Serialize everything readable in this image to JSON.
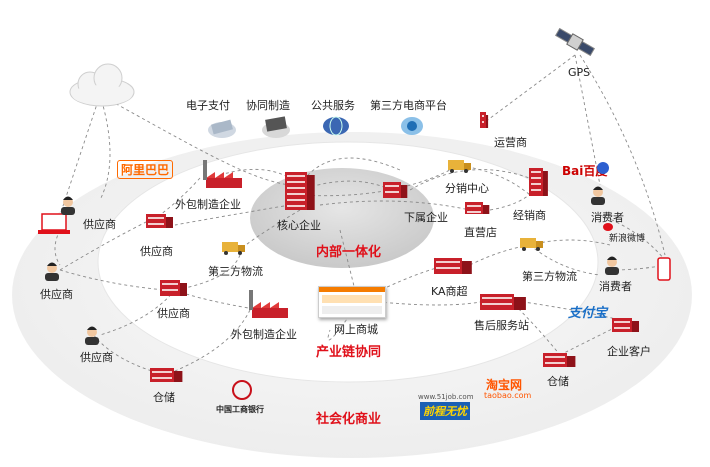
{
  "services": {
    "epay": "电子支付",
    "collab": "协同制造",
    "public": "公共服务",
    "third_party_platform": "第三方电商平台"
  },
  "gps": "GPS",
  "rings": {
    "inner": "内部一体化",
    "middle": "产业链协同",
    "outer": "社会化商业"
  },
  "nodes": {
    "core": "核心企业",
    "subsidiary": "下属企业",
    "distribution_center": "分销中心",
    "dealer": "经销商",
    "direct_store": "直营店",
    "ka": "KA商超",
    "online_mall": "网上商城",
    "after_sales": "售后服务站",
    "outsource_top": "外包制造企业",
    "outsource_bottom": "外包制造企业",
    "logistics_left": "第三方物流",
    "logistics_right": "第三方物流",
    "supplier_inner": "供应商",
    "supplier_mid": "供应商",
    "supplier_top": "供应商",
    "supplier_left": "供应商",
    "supplier_bottom": "供应商",
    "warehouse_left": "仓储",
    "warehouse_right": "仓储",
    "operator": "运营商",
    "consumer_top": "消费者",
    "consumer_bottom": "消费者",
    "enterprise_client": "企业客户"
  },
  "logos": {
    "alibaba": "阿里巴巴",
    "baidu": "Bai百度",
    "weibo": "新浪微博",
    "alipay": "支付宝",
    "icbc": "中国工商银行",
    "taobao": "淘宝网",
    "taobao_url": "taobao.com",
    "job51": "前程无忧",
    "job51_url": "www.51job.com"
  },
  "colors": {
    "accent_red": "#e0101a",
    "building_red": "#c8202a",
    "ring_fill": "#f2f2f2",
    "inner_fill": "#d4d4d4"
  }
}
